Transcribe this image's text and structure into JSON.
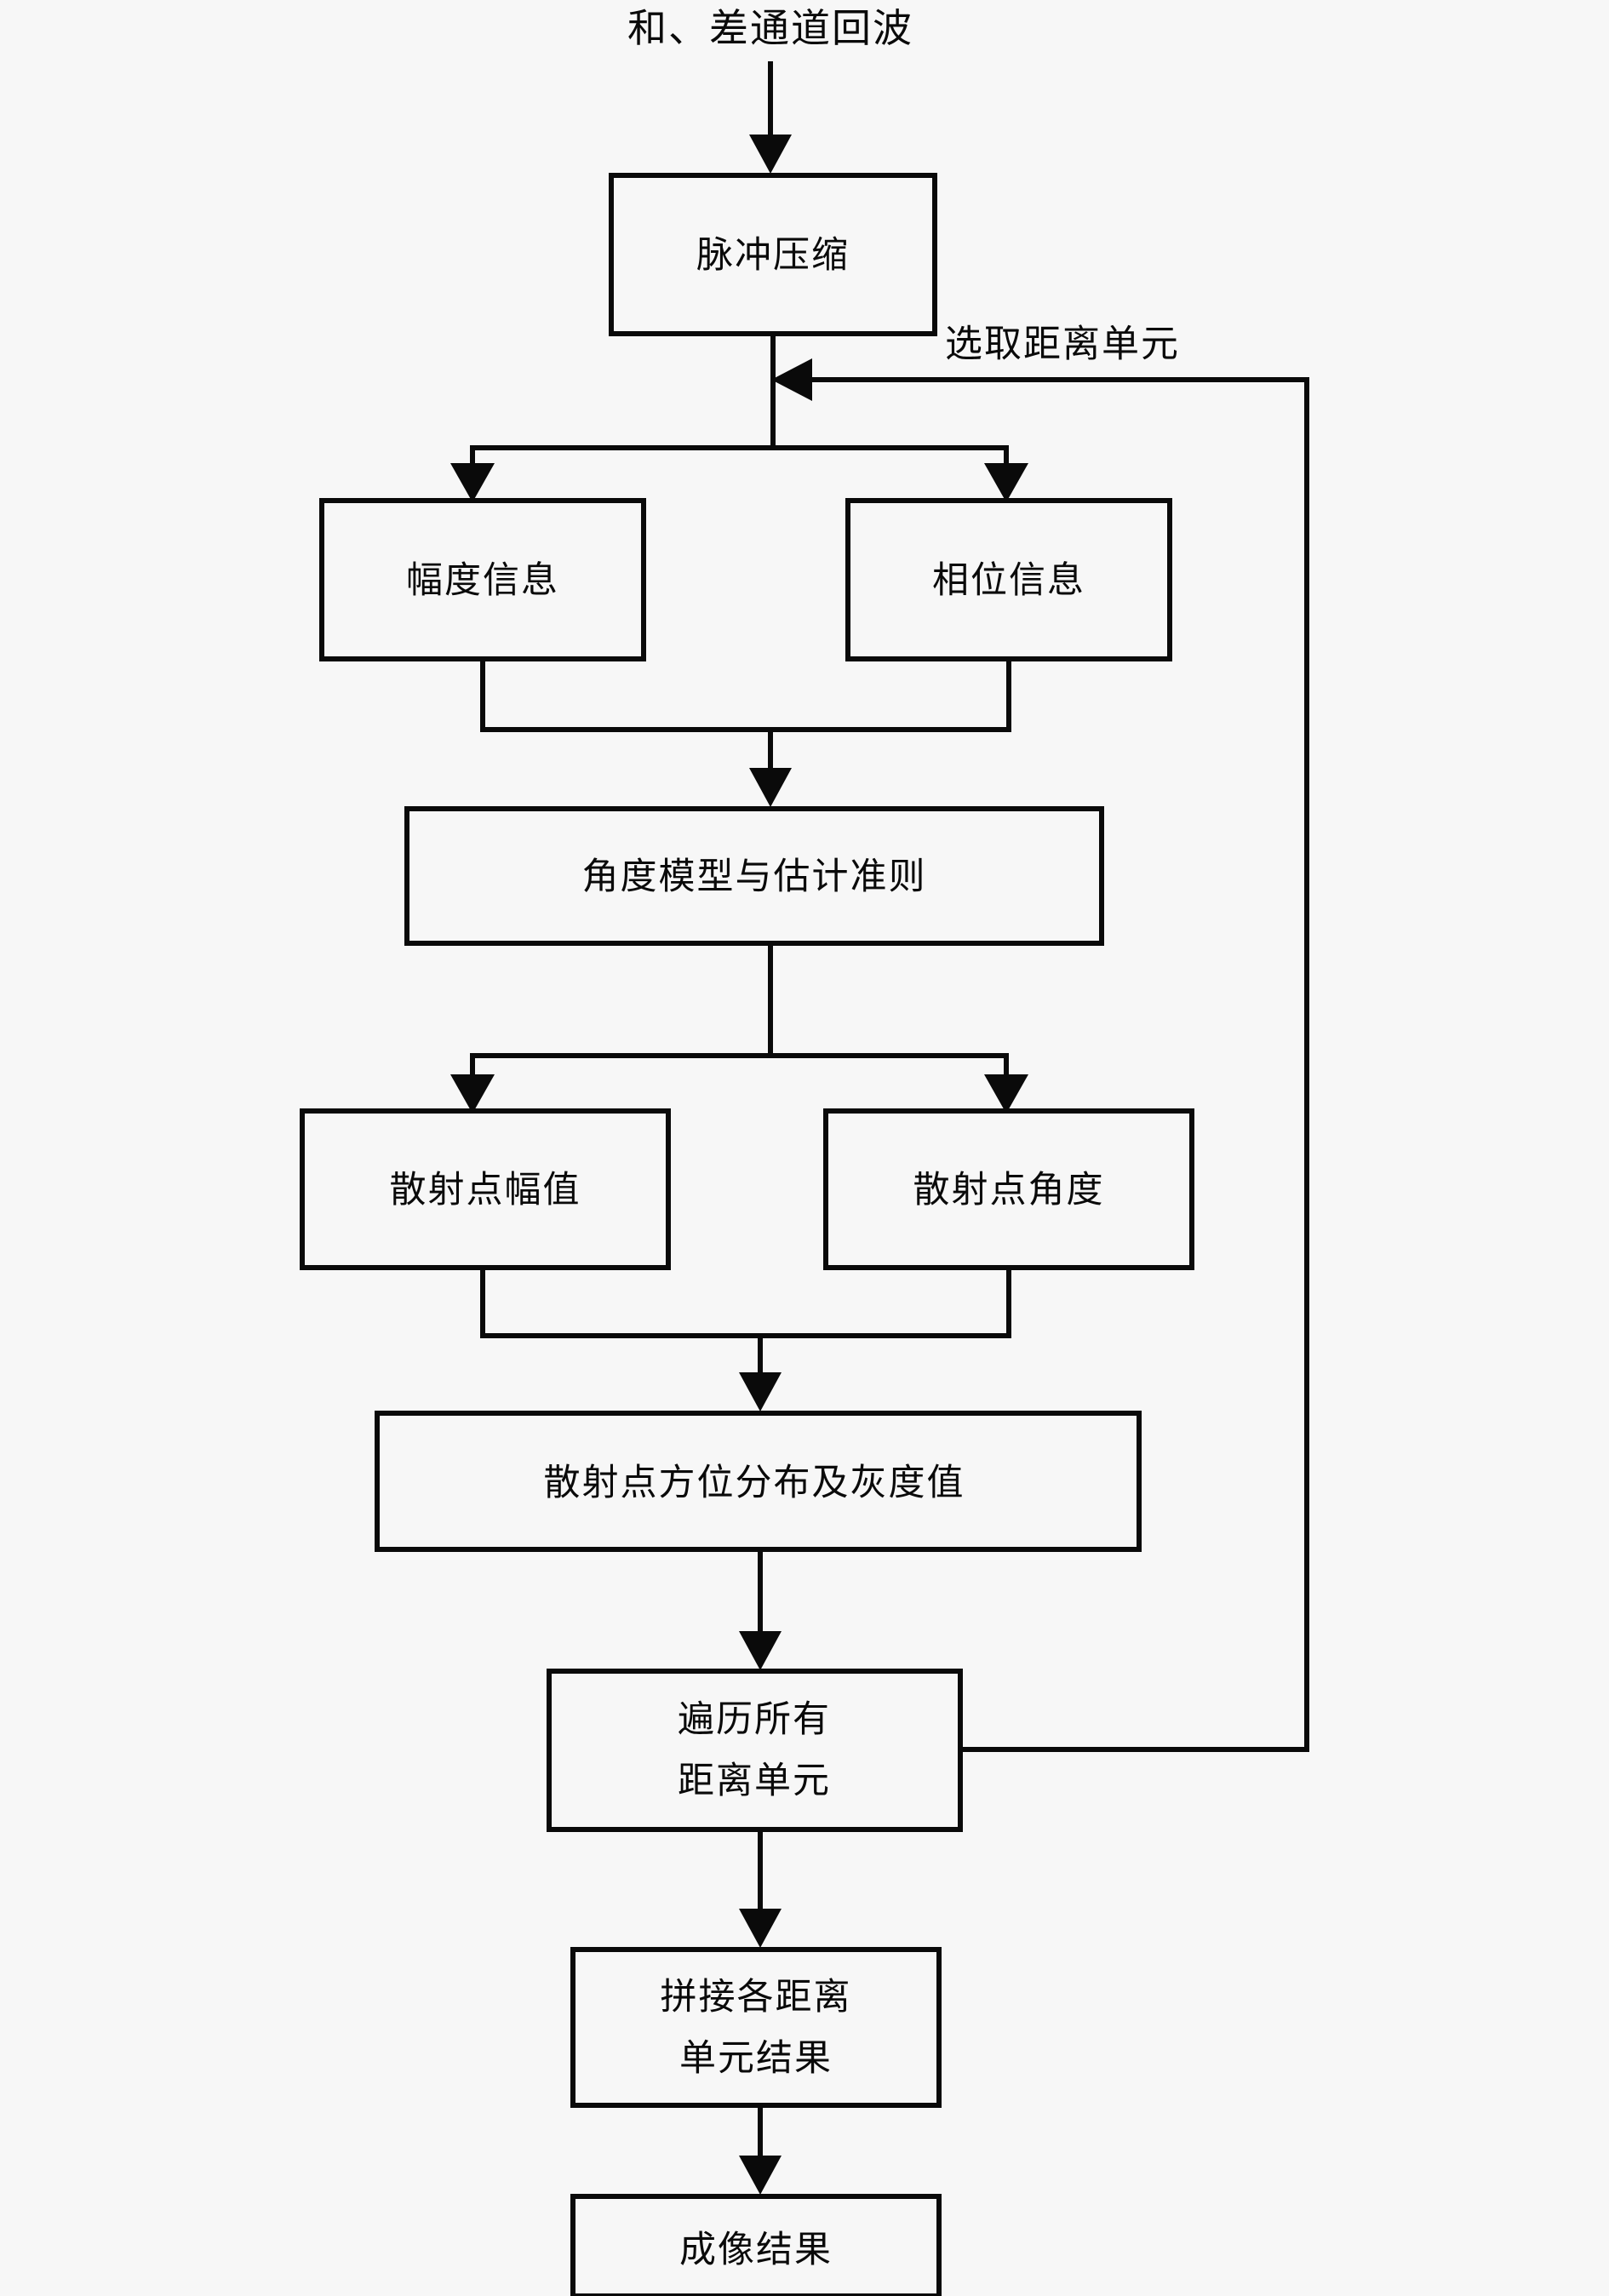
{
  "diagram": {
    "title": "和、差通道回波",
    "background_color": "#f7f7f7",
    "line_color": "#0a0a0a",
    "box_fill": "#f7f7f7",
    "nodes": {
      "pulse_compression": "脉冲压缩",
      "amplitude_info": "幅度信息",
      "phase_info": "相位信息",
      "angle_model": "角度模型与估计准则",
      "scatter_amplitude": "散射点幅值",
      "scatter_angle": "散射点角度",
      "scatter_distribution": "散射点方位分布及灰度值",
      "traverse_line1": "遍历所有",
      "traverse_line2": "距离单元",
      "splice_line1": "拼接各距离",
      "splice_line2": "单元结果",
      "imaging_result": "成像结果"
    },
    "edge_labels": {
      "select_range_cell": "选取距离单元"
    }
  }
}
